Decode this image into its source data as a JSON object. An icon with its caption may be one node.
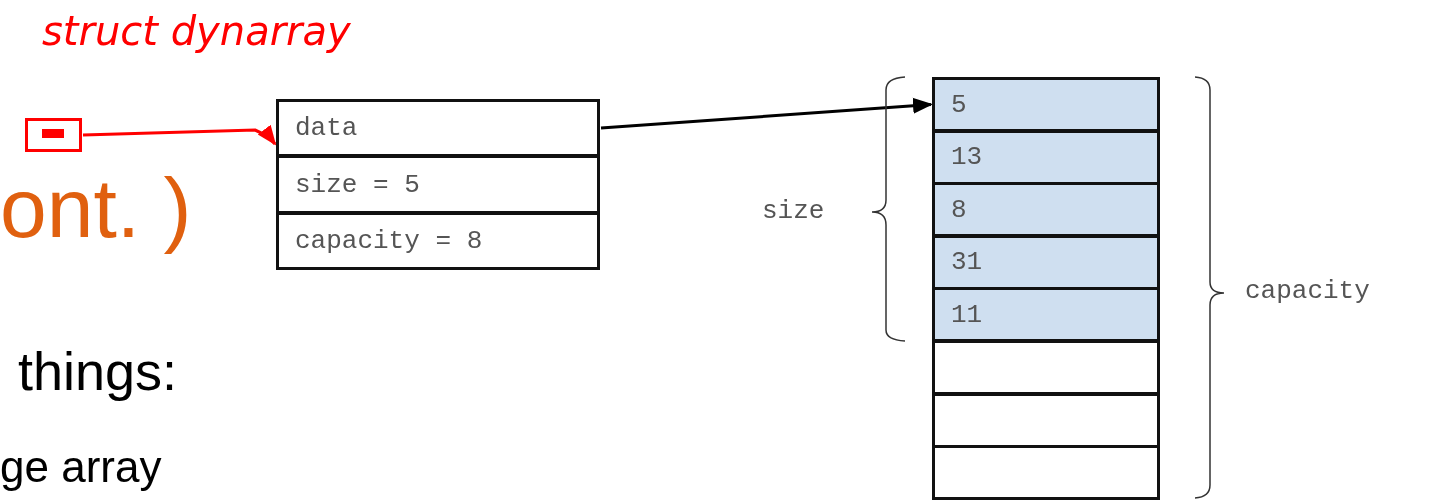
{
  "diagram": {
    "nodes": [
      {
        "text": [],
        "shape": "box"
      },
      {
        "text": [
          "data"
        ]
      },
      {
        "text": [
          "size = 5"
        ]
      },
      {
        "text": [
          "capacity = 8"
        ]
      },
      {
        "text": [
          "5"
        ]
      },
      {
        "text": [
          "13"
        ]
      },
      {
        "text": [
          "8"
        ]
      },
      {
        "text": [
          "31"
        ]
      },
      {
        "text": [
          "11"
        ]
      },
      {
        "text": [],
        "shape": "box"
      },
      {
        "text": [],
        "shape": "box"
      },
      {
        "text": [],
        "shape": "box"
      }
    ],
    "edges": [
      {
        "from": 0,
        "to": 1,
        "arrow": "to",
        "color": "#ff0000"
      },
      {
        "from": 1,
        "to": 4,
        "arrow": "to",
        "color": "#000000"
      }
    ],
    "labels": [
      "struct dynarray",
      "ont. )",
      "size",
      "capacity",
      "things:",
      "ge array"
    ]
  }
}
